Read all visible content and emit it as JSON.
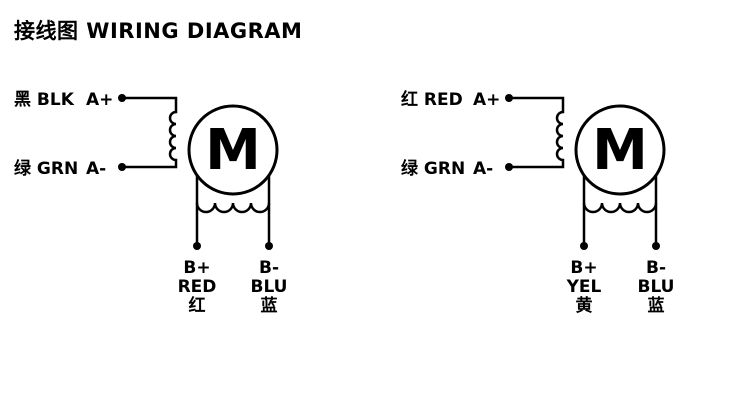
{
  "title": "接线图 WIRING DIAGRAM",
  "diagrams": [
    {
      "a_plus": {
        "color": "黑 BLK",
        "terminal": "A+"
      },
      "a_minus": {
        "color": "绿 GRN",
        "terminal": "A-"
      },
      "motor_label": "M",
      "b_plus": {
        "terminal": "B+",
        "color_en": "RED",
        "color_cn": "红"
      },
      "b_minus": {
        "terminal": "B-",
        "color_en": "BLU",
        "color_cn": "蓝"
      }
    },
    {
      "a_plus": {
        "color": "红 RED",
        "terminal": "A+"
      },
      "a_minus": {
        "color": "绿 GRN",
        "terminal": "A-"
      },
      "motor_label": "M",
      "b_plus": {
        "terminal": "B+",
        "color_en": "YEL",
        "color_cn": "黄"
      },
      "b_minus": {
        "terminal": "B-",
        "color_en": "BLU",
        "color_cn": "蓝"
      }
    }
  ],
  "colors": {
    "line": "#000000",
    "background": "#ffffff"
  }
}
